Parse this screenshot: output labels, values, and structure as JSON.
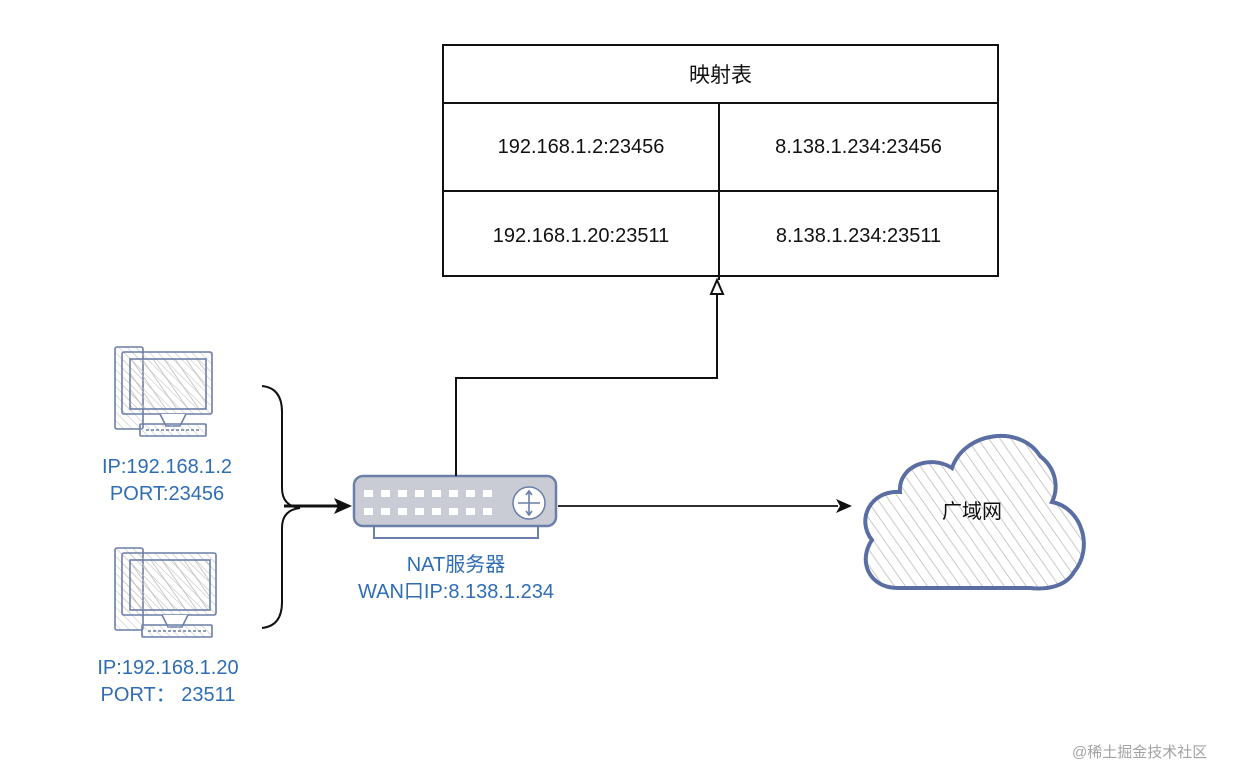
{
  "mapping_table": {
    "title": "映射表",
    "rows": [
      {
        "internal": "192.168.1.2:23456",
        "external": "8.138.1.234:23456"
      },
      {
        "internal": "192.168.1.20:23511",
        "external": "8.138.1.234:23511"
      }
    ]
  },
  "hosts": [
    {
      "ip": "IP:192.168.1.2",
      "port": "PORT:23456"
    },
    {
      "ip": "IP:192.168.1.20",
      "port": "PORT：  23511"
    }
  ],
  "nat_server": {
    "name": "NAT服务器",
    "wan": "WAN口IP:8.138.1.234"
  },
  "wan_cloud": {
    "label": "广域网"
  },
  "watermark": "@稀土掘金技术社区",
  "colors": {
    "label_blue": "#2f6db5",
    "device_stroke": "#6c7fa8",
    "device_fill": "#c9ccd4",
    "cloud_stroke": "#5b6ea3",
    "hatch": "#b8b8b8",
    "line": "#111111"
  }
}
